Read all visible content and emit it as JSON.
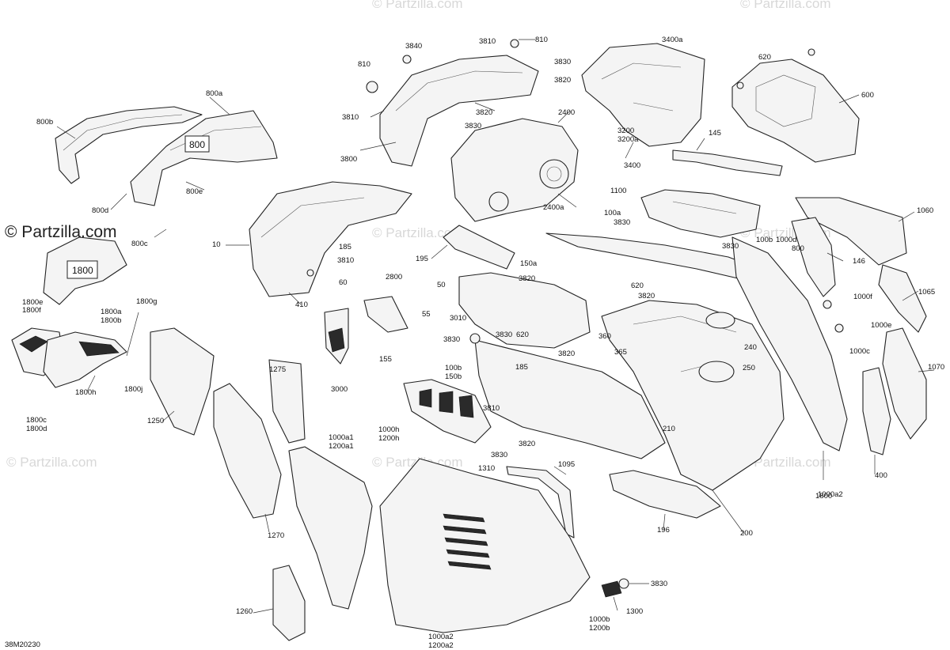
{
  "brand": "© Partzilla.com",
  "watermark": "© Partzilla.com",
  "reference": "38M20230",
  "boxed_callouts": [
    "800",
    "1800"
  ],
  "callouts": [
    "3840",
    "3810",
    "810",
    "3400a",
    "620",
    "810",
    "3830",
    "3820",
    "800a",
    "800b",
    "3810",
    "3820",
    "3830",
    "600",
    "800",
    "3800",
    "2400",
    "3200",
    "3200a",
    "145",
    "3400",
    "800d",
    "800e",
    "800c",
    "1100",
    "100a",
    "2400a",
    "1060",
    "10",
    "185",
    "3830",
    "3810",
    "60",
    "195",
    "3830",
    "100b",
    "1000d",
    "410",
    "150a",
    "146",
    "1800",
    "2800",
    "3820",
    "620",
    "3820",
    "1065",
    "1000f",
    "1800e",
    "1800f",
    "50",
    "1800a",
    "1800b",
    "1800g",
    "55",
    "3010",
    "360",
    "1000e",
    "3830",
    "3830",
    "620",
    "3820",
    "365",
    "240",
    "1000c",
    "185",
    "250",
    "1070",
    "1275",
    "100b",
    "150b",
    "1250",
    "3000",
    "155",
    "1800h",
    "1800j",
    "1800c",
    "1800d",
    "3810",
    "3820",
    "210",
    "1000a1",
    "1200a1",
    "1000h",
    "1200h",
    "3830",
    "1310",
    "400",
    "1095",
    "1000a2",
    "1270",
    "196",
    "200",
    "3830",
    "1260",
    "1300",
    "1000b",
    "1200b",
    "1000a2",
    "1200a2"
  ]
}
